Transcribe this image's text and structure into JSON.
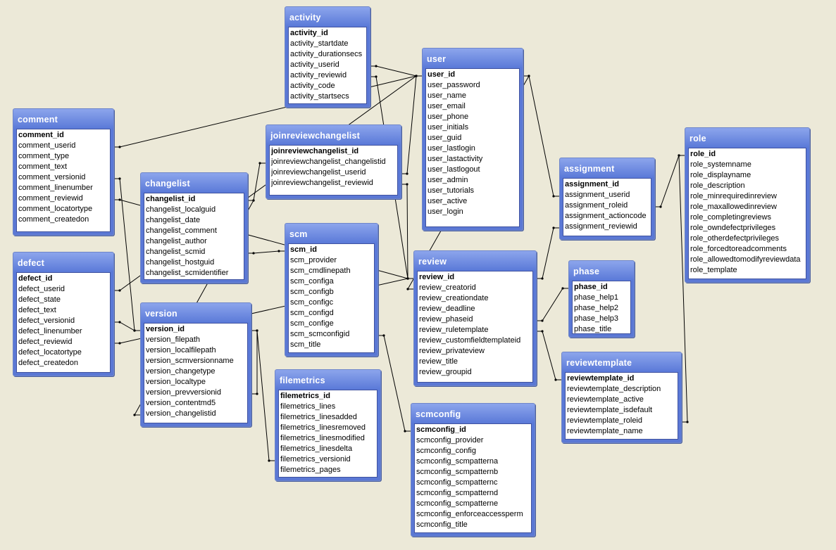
{
  "tables": {
    "activity": {
      "title": "activity",
      "fields": [
        "activity_id",
        "activity_startdate",
        "activity_durationsecs",
        "activity_userid",
        "activity_reviewid",
        "activity_code",
        "activity_startsecs"
      ]
    },
    "user": {
      "title": "user",
      "fields": [
        "user_id",
        "user_password",
        "user_name",
        "user_email",
        "user_phone",
        "user_initials",
        "user_guid",
        "user_lastlogin",
        "user_lastactivity",
        "user_lastlogout",
        "user_admin",
        "user_tutorials",
        "user_active",
        "user_login"
      ]
    },
    "comment": {
      "title": "comment",
      "fields": [
        "comment_id",
        "comment_userid",
        "comment_type",
        "comment_text",
        "comment_versionid",
        "comment_linenumber",
        "comment_reviewid",
        "comment_locatortype",
        "comment_createdon"
      ]
    },
    "joinreviewchangelist": {
      "title": "joinreviewchangelist",
      "fields": [
        "joinreviewchangelist_id",
        "joinreviewchangelist_changelistid",
        "joinreviewchangelist_userid",
        "joinreviewchangelist_reviewid"
      ]
    },
    "role": {
      "title": "role",
      "fields": [
        "role_id",
        "role_systemname",
        "role_displayname",
        "role_description",
        "role_minrequiredinreview",
        "role_maxallowedinreview",
        "role_completingreviews",
        "role_owndefectprivileges",
        "role_otherdefectprivileges",
        "role_forcedtoreadcomments",
        "role_allowedtomodifyreviewdata",
        "role_template"
      ]
    },
    "assignment": {
      "title": "assignment",
      "fields": [
        "assignment_id",
        "assignment_userid",
        "assignment_roleid",
        "assignment_actioncode",
        "assignment_reviewid"
      ]
    },
    "changelist": {
      "title": "changelist",
      "fields": [
        "changelist_id",
        "changelist_localguid",
        "changelist_date",
        "changelist_comment",
        "changelist_author",
        "changelist_scmid",
        "changelist_hostguid",
        "changelist_scmidentifier"
      ]
    },
    "scm": {
      "title": "scm",
      "fields": [
        "scm_id",
        "scm_provider",
        "scm_cmdlinepath",
        "scm_configa",
        "scm_configb",
        "scm_configc",
        "scm_configd",
        "scm_confige",
        "scm_scmconfigid",
        "scm_title"
      ]
    },
    "defect": {
      "title": "defect",
      "fields": [
        "defect_id",
        "defect_userid",
        "defect_state",
        "defect_text",
        "defect_versionid",
        "defect_linenumber",
        "defect_reviewid",
        "defect_locatortype",
        "defect_createdon"
      ]
    },
    "review": {
      "title": "review",
      "fields": [
        "review_id",
        "review_creatorid",
        "review_creationdate",
        "review_deadline",
        "review_phaseid",
        "review_ruletemplate",
        "review_customfieldtemplateid",
        "review_privateview",
        "review_title",
        "review_groupid"
      ]
    },
    "phase": {
      "title": "phase",
      "fields": [
        "phase_id",
        "phase_help1",
        "phase_help2",
        "phase_help3",
        "phase_title"
      ]
    },
    "version": {
      "title": "version",
      "fields": [
        "version_id",
        "version_filepath",
        "version_localfilepath",
        "version_scmversionname",
        "version_changetype",
        "version_localtype",
        "version_prevversionid",
        "version_contentmd5",
        "version_changelistid"
      ]
    },
    "filemetrics": {
      "title": "filemetrics",
      "fields": [
        "filemetrics_id",
        "filemetrics_lines",
        "filemetrics_linesadded",
        "filemetrics_linesremoved",
        "filemetrics_linesmodified",
        "filemetrics_linesdelta",
        "filemetrics_versionid",
        "filemetrics_pages"
      ]
    },
    "reviewtemplate": {
      "title": "reviewtemplate",
      "fields": [
        "reviewtemplate_id",
        "reviewtemplate_description",
        "reviewtemplate_active",
        "reviewtemplate_isdefault",
        "reviewtemplate_roleid",
        "reviewtemplate_name"
      ]
    },
    "scmconfig": {
      "title": "scmconfig",
      "fields": [
        "scmconfig_id",
        "scmconfig_provider",
        "scmconfig_config",
        "scmconfig_scmpatterna",
        "scmconfig_scmpatternb",
        "scmconfig_scmpatternc",
        "scmconfig_scmpatternd",
        "scmconfig_scmpatterne",
        "scmconfig_enforceaccessperm",
        "scmconfig_title"
      ]
    }
  },
  "relationships": [
    [
      "activity",
      "activity_userid",
      "user",
      "user_id"
    ],
    [
      "activity",
      "activity_reviewid",
      "review",
      "review_id"
    ],
    [
      "comment",
      "comment_userid",
      "user",
      "user_id"
    ],
    [
      "comment",
      "comment_versionid",
      "version",
      "version_id"
    ],
    [
      "comment",
      "comment_reviewid",
      "review",
      "review_id"
    ],
    [
      "joinreviewchangelist",
      "joinreviewchangelist_changelistid",
      "changelist",
      "changelist_id"
    ],
    [
      "joinreviewchangelist",
      "joinreviewchangelist_userid",
      "user",
      "user_id"
    ],
    [
      "joinreviewchangelist",
      "joinreviewchangelist_reviewid",
      "review",
      "review_id"
    ],
    [
      "assignment",
      "assignment_userid",
      "user",
      "user_id"
    ],
    [
      "assignment",
      "assignment_roleid",
      "role",
      "role_id"
    ],
    [
      "assignment",
      "assignment_reviewid",
      "review",
      "review_id"
    ],
    [
      "changelist",
      "changelist_scmid",
      "scm",
      "scm_id"
    ],
    [
      "defect",
      "defect_userid",
      "user",
      "user_id"
    ],
    [
      "defect",
      "defect_versionid",
      "version",
      "version_id"
    ],
    [
      "defect",
      "defect_reviewid",
      "review",
      "review_id"
    ],
    [
      "review",
      "review_creatorid",
      "user",
      "user_id"
    ],
    [
      "review",
      "review_phaseid",
      "phase",
      "phase_id"
    ],
    [
      "review",
      "review_ruletemplate",
      "reviewtemplate",
      "reviewtemplate_id"
    ],
    [
      "version",
      "version_changelistid",
      "changelist",
      "changelist_id"
    ],
    [
      "version",
      "version_prevversionid",
      "version",
      "version_id"
    ],
    [
      "filemetrics",
      "filemetrics_versionid",
      "version",
      "version_id"
    ],
    [
      "scm",
      "scm_scmconfigid",
      "scmconfig",
      "scmconfig_id"
    ],
    [
      "reviewtemplate",
      "reviewtemplate_roleid",
      "role",
      "role_id"
    ]
  ]
}
